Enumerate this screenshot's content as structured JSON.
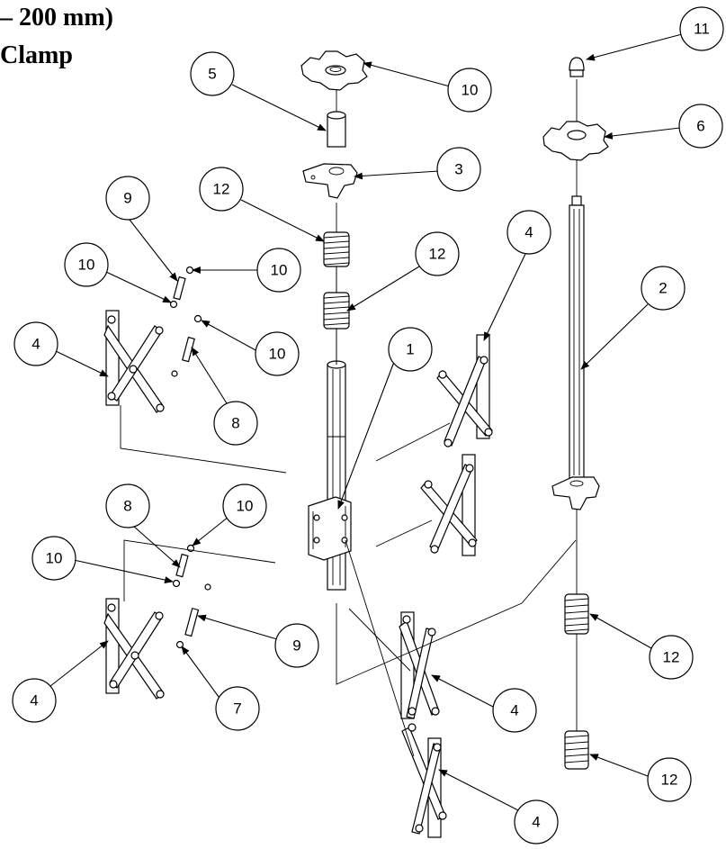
{
  "title": {
    "line1": "– 200 mm)",
    "line2": "Clamp"
  },
  "part_labels": [
    "1",
    "2",
    "3",
    "4",
    "4",
    "4",
    "4",
    "4",
    "5",
    "6",
    "7",
    "8",
    "8",
    "9",
    "9",
    "10",
    "10",
    "10",
    "10",
    "10",
    "10",
    "11",
    "12",
    "12",
    "12",
    "12"
  ],
  "colors": {
    "ink": "#000000",
    "paper": "#ffffff"
  }
}
